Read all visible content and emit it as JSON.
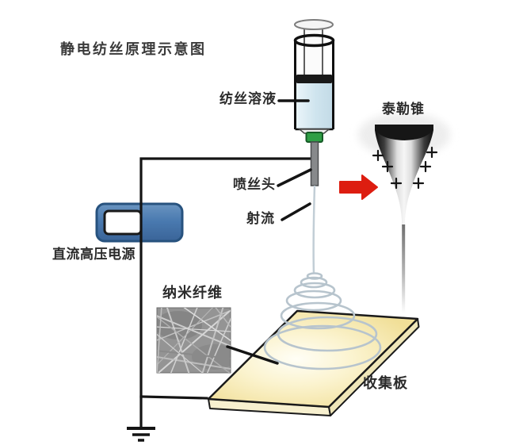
{
  "figure": {
    "title": "静电纺丝原理示意图",
    "labels": {
      "solution": "纺丝溶液",
      "spinneret": "喷丝头",
      "jet": "射流",
      "taylor_cone": "泰勒锥",
      "power_supply": "直流高压电源",
      "nanofiber": "纳米纤维",
      "collector": "收集板"
    }
  },
  "colors": {
    "power-blue": "#4a7ab0",
    "power-blue-border": "#27527e",
    "arrow-red": "#dd1d10",
    "plate-yellow": "#f3e4a0",
    "plate-front": "#f7f0cf",
    "plate-side": "#efe6b8",
    "liquid-blue": "#cfe4ee",
    "hub-green": "#2f9e45",
    "needle-gray": "#87898b",
    "spiral-gray": "#b7c4cd",
    "wire-black": "#141414",
    "label-text": "#2b2b2b"
  }
}
